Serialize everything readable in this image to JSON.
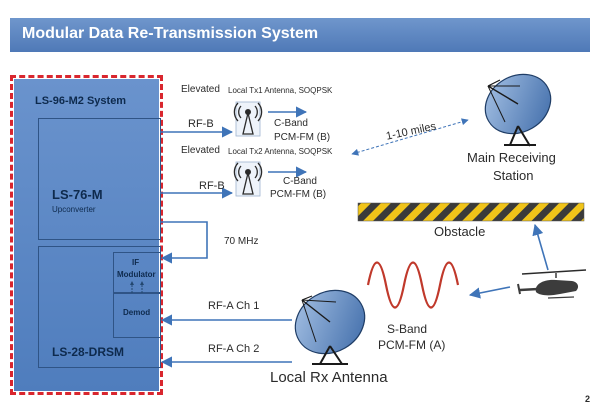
{
  "slide": {
    "title": "Modular Data Re-Transmission System",
    "page_number": "2"
  },
  "system_box": {
    "system_label": "LS-96-M2 System",
    "upconverter_label": "LS-76-M",
    "upconverter_sublabel": "Upconverter",
    "drsm_label": "LS-28-DRSM",
    "if_modulator_label_line1": "IF",
    "if_modulator_label_line2": "Modulator",
    "demod_label": "Demod"
  },
  "links": {
    "tx1_antenna_prefix": "Elevated",
    "tx1_antenna_detail": "Local Tx1 Antenna, SOQPSK",
    "tx2_antenna_prefix": "Elevated",
    "tx2_antenna_detail": "Local Tx2 Antenna, SOQPSK",
    "rfb_1": "RF-B",
    "rfb_2": "RF-B",
    "cband_1_line1": "C-Band",
    "cband_1_line2": "PCM-FM (B)",
    "cband_2_line1": "C-Band",
    "cband_2_line2": "PCM-FM (B)",
    "if_link": "70 MHz",
    "rfa_ch1": "RF-A Ch 1",
    "rfa_ch2": "RF-A Ch 2",
    "distance": "1-10 miles"
  },
  "stations": {
    "main_station_line1": "Main Receiving",
    "main_station_line2": "Station",
    "obstacle": "Obstacle",
    "sband_line1": "S-Band",
    "sband_line2": "PCM-FM (A)",
    "local_rx": "Local Rx Antenna"
  },
  "colors": {
    "title_bar": "#5a82bf",
    "system_fill": "#5b87c4",
    "system_dashed_border": "#d9262e",
    "arrow": "#3f74b8",
    "sband_wave": "#c0392b",
    "obstacle_stripe_yellow": "#f0c419",
    "obstacle_stripe_dark": "#3a3a3a"
  },
  "icons": [
    "tx1-antenna-icon",
    "tx2-antenna-icon",
    "satellite-dish-icon",
    "helicopter-icon",
    "wave-icon"
  ]
}
